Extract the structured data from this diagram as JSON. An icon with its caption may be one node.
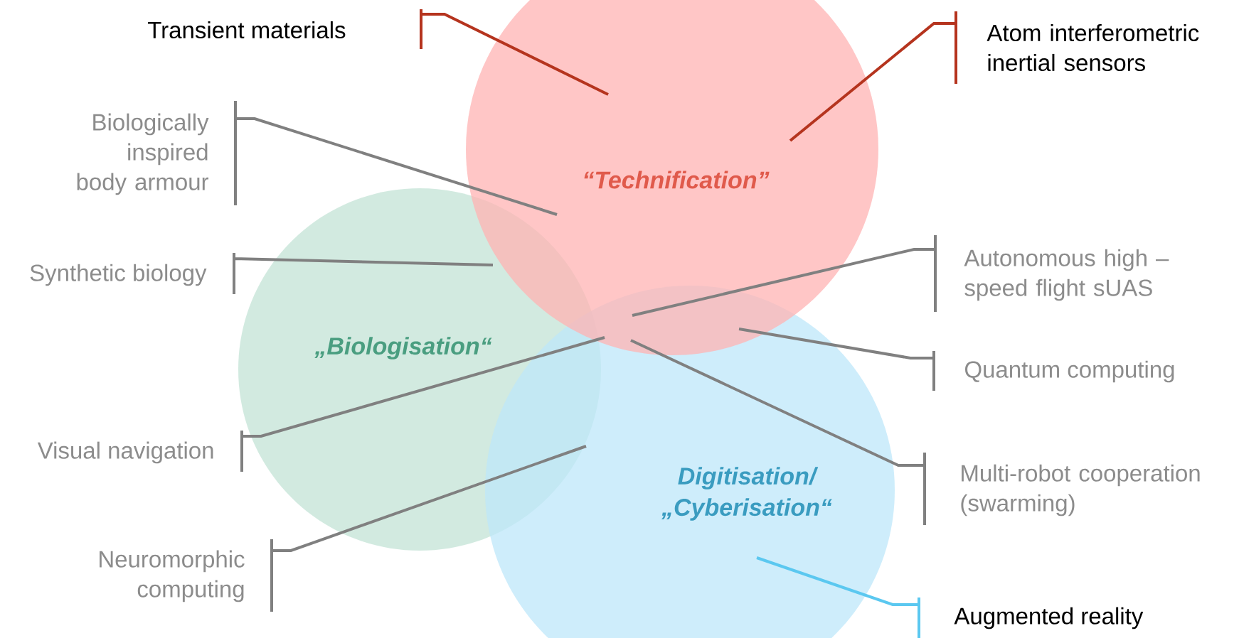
{
  "diagram": {
    "nodes": [
      {
        "text": [
          "“Technification”"
        ]
      },
      {
        "text": [
          "„Biologisation“"
        ]
      },
      {
        "text": [
          "Digitisation/ „Cyberisation“"
        ]
      },
      {
        "text": [
          "Transient materials"
        ]
      },
      {
        "text": [
          "Atom interferometric inertial sensors"
        ]
      },
      {
        "text": [
          "Biologically inspired body armour"
        ]
      },
      {
        "text": [
          "Synthetic biology"
        ]
      },
      {
        "text": [
          "Visual navigation"
        ]
      },
      {
        "text": [
          "Neuromorphic computing"
        ]
      },
      {
        "text": [
          "Autonomous high – speed flight sUAS"
        ]
      },
      {
        "text": [
          "Quantum computing"
        ]
      },
      {
        "text": [
          "Multi-robot cooperation (swarming)"
        ]
      },
      {
        "text": [
          "Augmented reality"
        ]
      }
    ],
    "edges": [
      {
        "from": 3,
        "to": 0,
        "arrow": "none",
        "color": "#b5341e"
      },
      {
        "from": 4,
        "to": 0,
        "arrow": "none",
        "color": "#b5341e"
      },
      {
        "from": 5,
        "to": 0,
        "arrow": "none"
      },
      {
        "from": 6,
        "to": 1,
        "arrow": "none"
      },
      {
        "from": 7,
        "to": 0,
        "arrow": "none"
      },
      {
        "from": 8,
        "to": 1,
        "arrow": "none"
      },
      {
        "from": 9,
        "to": 0,
        "arrow": "none"
      },
      {
        "from": 10,
        "to": 0,
        "arrow": "none"
      },
      {
        "from": 11,
        "to": 0,
        "arrow": "none"
      },
      {
        "from": 12,
        "to": 2,
        "arrow": "none",
        "color": "#5bc8f0"
      }
    ]
  }
}
